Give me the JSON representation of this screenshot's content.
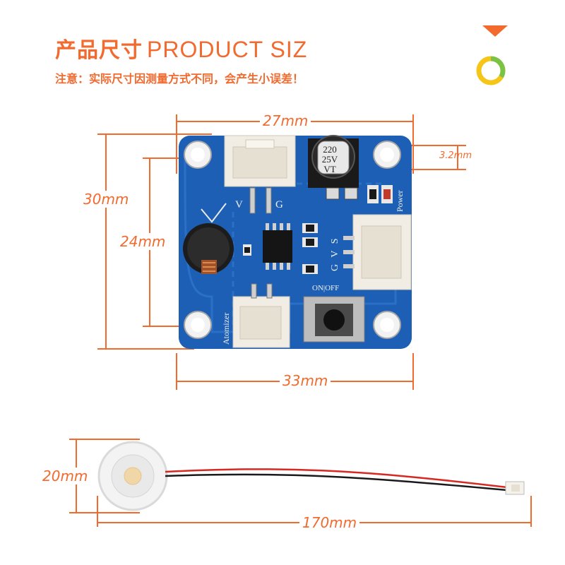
{
  "header": {
    "title_cn": "产品尺寸",
    "title_en": "PRODUCT SIZ",
    "note": "注意：实际尺寸因测量方式不同，会产生小误差！",
    "colors": {
      "accent": "#f26a2e",
      "board": "#1d5fb4",
      "ring_green": "#7cc243",
      "ring_yellow": "#f5c518"
    }
  },
  "dimensions": {
    "width_top": "27mm",
    "width_bottom": "33mm",
    "height_outer": "30mm",
    "height_inner": "24mm",
    "hole": "3.2mm",
    "atomizer_diameter": "20mm",
    "cable_length": "170mm"
  },
  "board": {
    "capacitor_line1": "220",
    "capacitor_line2": "25V",
    "capacitor_line3": "VT",
    "label_v": "V",
    "label_g": "G",
    "label_gvs": "G V S",
    "label_power": "Power",
    "label_atomizer": "Atomizer",
    "label_switch": "ON|OFF"
  }
}
